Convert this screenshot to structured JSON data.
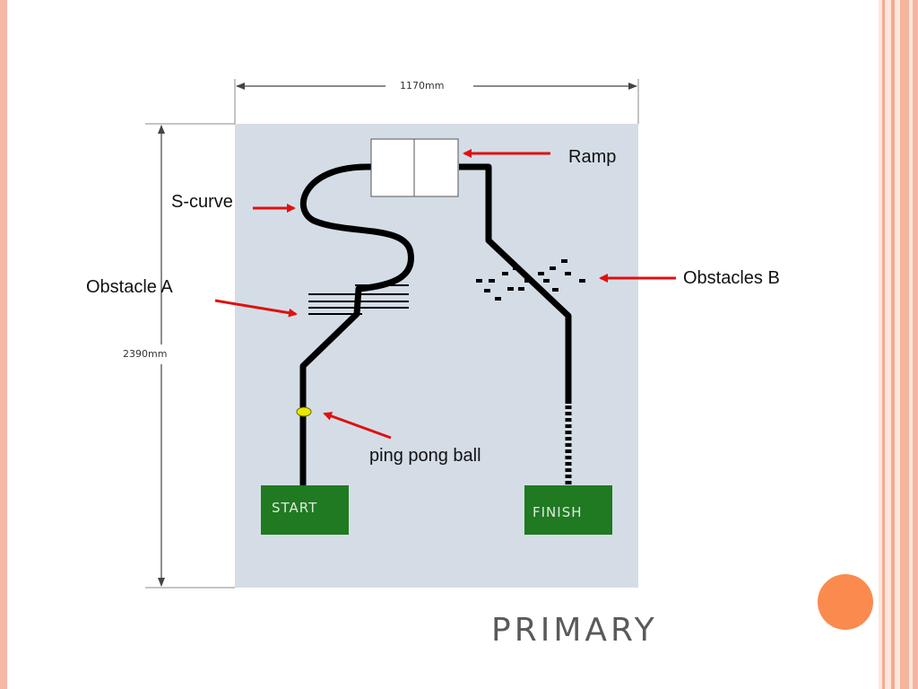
{
  "diagram": {
    "width_label": "1170mm",
    "height_label": "2390mm",
    "labels": {
      "ramp": "Ramp",
      "s_curve": "S-curve",
      "obstacle_a": "Obstacle A",
      "obstacles_b": "Obstacles B",
      "ball": "ping pong ball"
    },
    "start_label": "START",
    "finish_label": "FINISH"
  },
  "footer": {
    "primary": "PRIMARY"
  },
  "colors": {
    "board": "#d4dde6",
    "track": "#000000",
    "box_green": "#1f7a21",
    "arrow_red": "#e01010",
    "ball": "#e8e800",
    "accent_orange": "#fb8a4e",
    "border_peach": "#f6b8a4"
  }
}
